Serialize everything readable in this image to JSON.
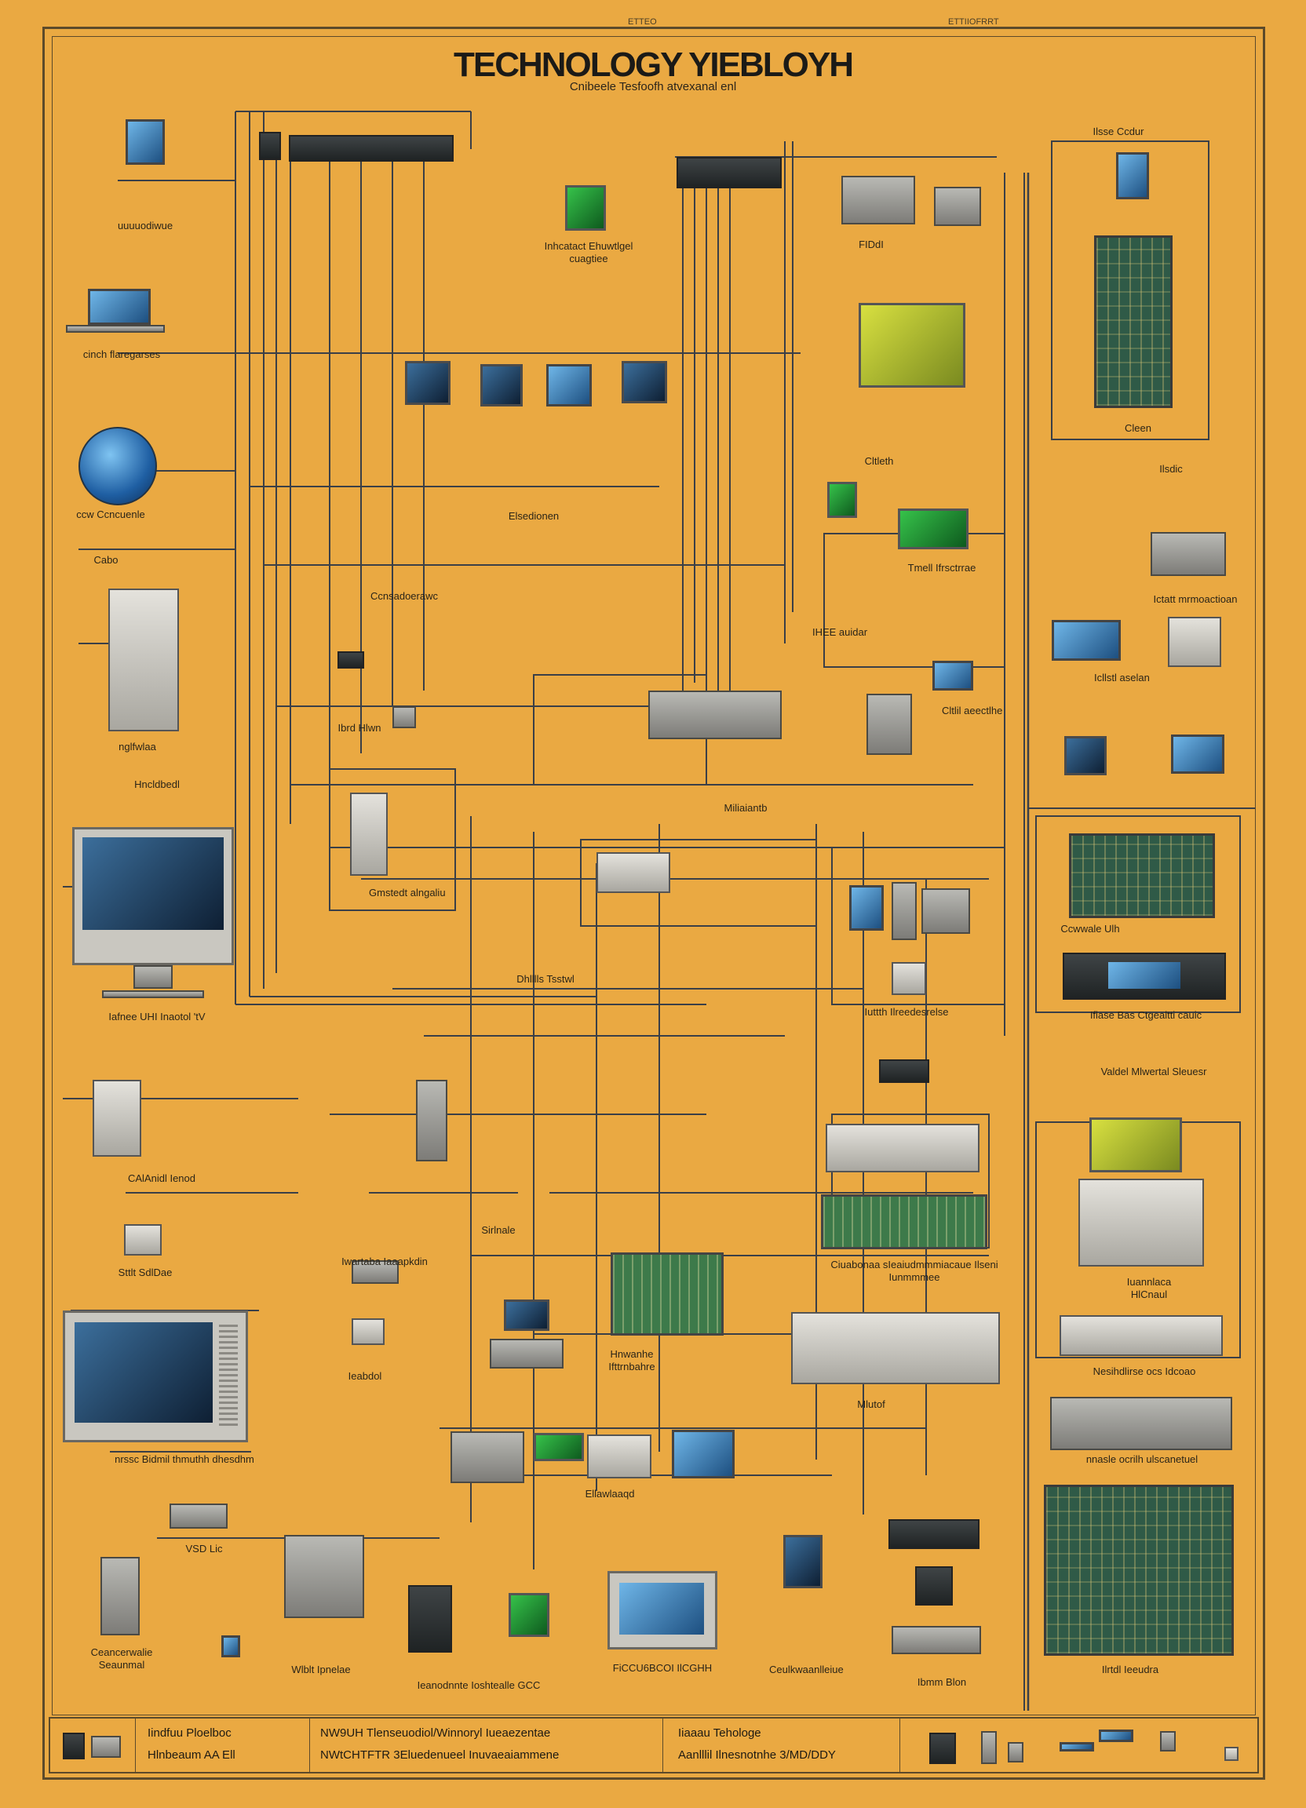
{
  "header": {
    "title": "TECHNOLOGY YIEBLOYH",
    "subtitle": "Cnibeele Tesfoofh atvexanal enl",
    "corner_left": "ETTEO",
    "corner_right": "ETTIIOFRRT"
  },
  "labels": {
    "l1": "uuuuodiwue",
    "l2": "cinch flaregarses",
    "l3": "ccw Ccncuenle",
    "l4": "Cabo",
    "l5": "nglfwlaa",
    "l6": "Hncldbedl",
    "l7": "Iafnee UHI Inaotol 'tV",
    "l8": "CAlAnidl   Ienod",
    "l9": "Sttlt SdlDae",
    "l10": "nrssc Bidmil thmuthh dhesdhm",
    "l11": "VSD Lic",
    "l12": "Ceancerwalie Seaunmal",
    "l13": "Elsedionen",
    "l14": "Ccnsadoerawc",
    "l15": "Inhcatact Ehuwtlgel cuagtiee",
    "l16": "Ibrd Hlwn",
    "l17": "Gmstedt alngaliu",
    "l18": "Miliaiantb",
    "l19": "Sirlnale",
    "l20": "Iwartaba Iaaapkdin",
    "l21": "FiCCU6BCOI IlCGHH",
    "l22": "Ieanodnnte Ioshtealle GCC",
    "l23": "Ieabdol",
    "l24": "Hnwanhe Ifttrnbahre",
    "l25": "Ellawlaaqd",
    "l26": "Wlblt Ipnelae",
    "l27": "Ceulkwaanlleiue",
    "l28": "FIDdI",
    "l29": "Tmell Ifrsctrrae",
    "l30": "Cltleth",
    "l31": "IHEE auidar",
    "l32": "Cltlil aeectlhe",
    "l33": "Iuttth Ilreedesrelse",
    "l34": "Mlutof",
    "l35": "Ilsse Ccdur",
    "l36": "Iflase Bas  Ctgealtti  cauic",
    "l37": "Valdel Mlwertal Sleuesr",
    "l38": "Iuannlaca HlCnaul",
    "l39": "Ciuabonaa sIeaiudmmmiacaue Ilseni Iunmmmee",
    "l40": "Nesihdlirse ocs Idcoao",
    "l41": "nnasle ocrilh ulscanetuel",
    "l42": "Ilrtdl Ieeudra",
    "l43": "Ictatt mrmoactioan",
    "l44": "Ccwwale Ulh",
    "l45": "Icllstl aselan",
    "l46": "Ilsdic",
    "l47": "Ibmm Blon",
    "l48": "Cleen",
    "l49": "Dhlllls Tsstwl"
  },
  "footer": {
    "col1_line1": "Iindfuu Ploelboc",
    "col1_line2": "Hlnbeaum  AA  Ell",
    "col2_line1": "NW9UH Tlenseuodiol/Winnoryl Iueaezentae",
    "col2_line2": "NWtCHTFTR 3Eluedenueel Inuvaeaiammene",
    "col3_line1": "Iiaaau Tehologe",
    "col3_line2": "Aanlllil Ilnesnotnhe 3/MD/DDY"
  },
  "colors": {
    "background": "#eaa942",
    "wire": "#3a3f47",
    "border": "#5c4a2a"
  }
}
